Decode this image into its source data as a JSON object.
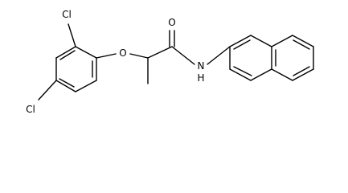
{
  "atoms": {
    "cl_upper": "Cl",
    "cl_lower": "Cl",
    "oxygen_ether": "O",
    "oxygen_carbonyl": "O",
    "nitrogen": "N",
    "nitrogen_h": "H"
  }
}
